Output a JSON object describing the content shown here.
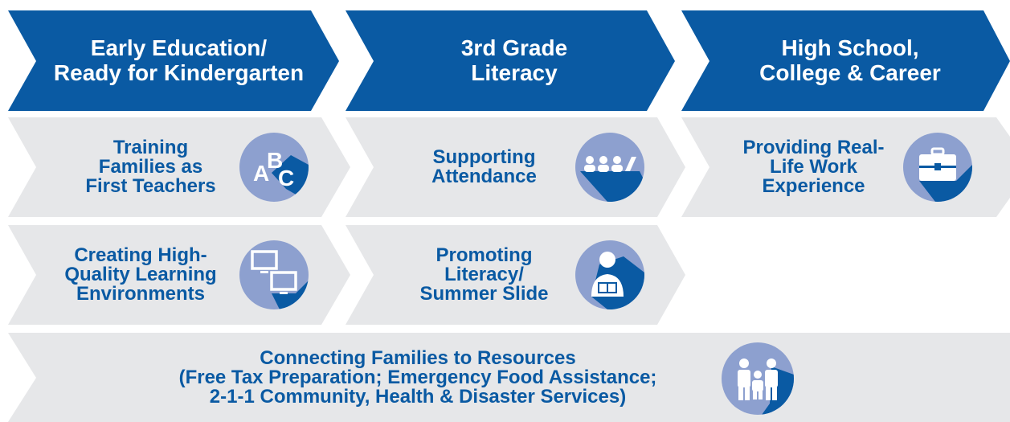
{
  "stages": [
    {
      "label": "Early Education/\nReady for Kindergarten"
    },
    {
      "label": "3rd Grade\nLiteracy"
    },
    {
      "label": "High School,\nCollege & Career"
    }
  ],
  "items": [
    {
      "label": "Training\nFamilies as\nFirst Teachers",
      "icon": "abc-letters-icon"
    },
    {
      "label": "Supporting\nAttendance",
      "icon": "people-group-icon"
    },
    {
      "label": "Providing Real-\nLife Work\nExperience",
      "icon": "briefcase-icon"
    },
    {
      "label": "Creating High-\nQuality Learning\nEnvironments",
      "icon": "computer-monitors-icon"
    },
    {
      "label": "Promoting\nLiteracy/\nSummer Slide",
      "icon": "person-reading-icon"
    }
  ],
  "banner": {
    "label": "Connecting Families to Resources\n(Free Tax Preparation; Emergency Food Assistance;\n2-1-1 Community, Health & Disaster Services)",
    "icon": "family-icon"
  },
  "colors": {
    "stage_fill": "#0a5aa3",
    "item_fill": "#e6e7e9",
    "text_blue": "#0a5aa3",
    "icon_circle": "#8da0cf",
    "icon_shadow": "#0a5aa3"
  }
}
